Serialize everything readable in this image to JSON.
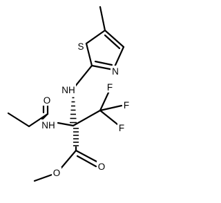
{
  "diagram": {
    "atoms": {
      "sulfur": "S",
      "thiazole_nitrogen": "N",
      "amine_nitrogen": "NH",
      "amide_oxygen": "O",
      "amide_nitrogen": "NH",
      "fluorine_1": "F",
      "fluorine_2": "F",
      "fluorine_3": "F",
      "ester_carbonyl_oxygen": "O",
      "ester_ether_oxygen": "O"
    }
  }
}
